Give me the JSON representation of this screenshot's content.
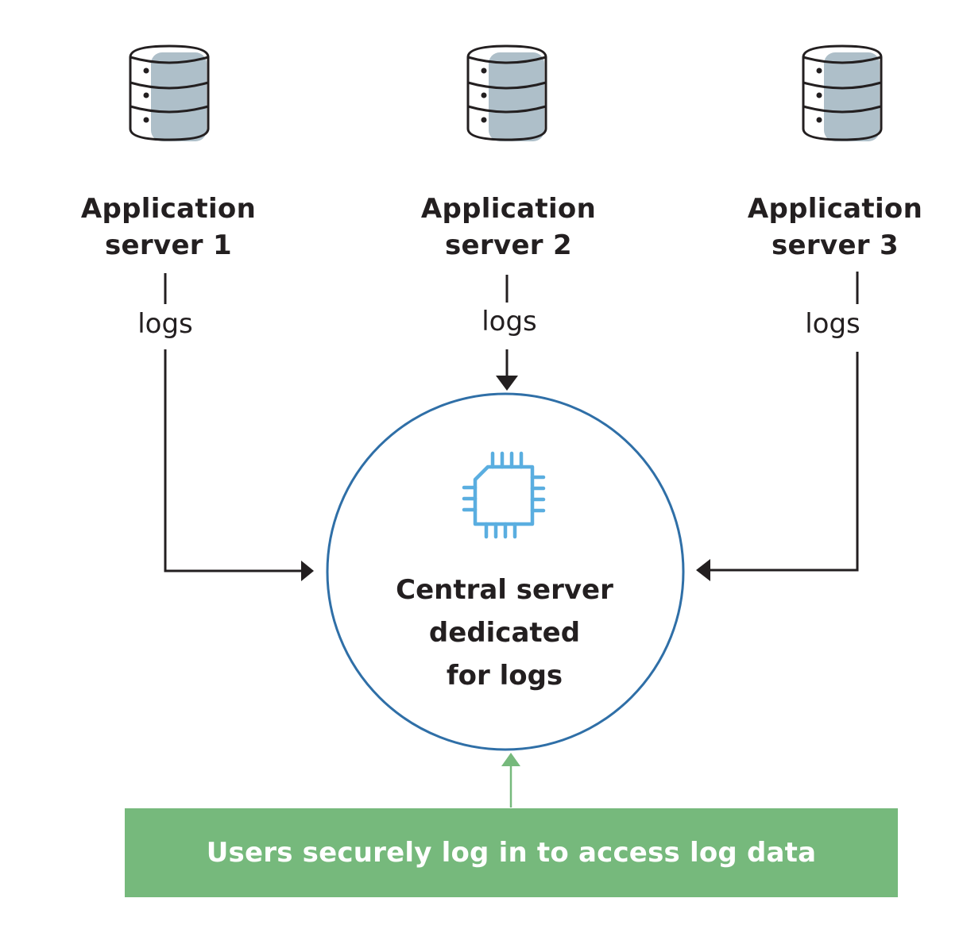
{
  "servers": [
    {
      "line1": "Application",
      "line2": "server 1",
      "link_label": "logs"
    },
    {
      "line1": "Application",
      "line2": "server 2",
      "link_label": "logs"
    },
    {
      "line1": "Application",
      "line2": "server 3",
      "link_label": "logs"
    }
  ],
  "central": {
    "line1": "Central server",
    "line2": "dedicated",
    "line3": "for logs"
  },
  "users": {
    "label": "Users securely log in to access log data"
  },
  "colors": {
    "text": "#231f20",
    "circle_stroke": "#2f6fa7",
    "chip": "#5aaee0",
    "database_fill": "#aebfc9",
    "users_box": "#76b97c",
    "users_arrow": "#76b97c"
  },
  "icons": {
    "server": "database-icon",
    "central": "cpu-chip-icon"
  }
}
